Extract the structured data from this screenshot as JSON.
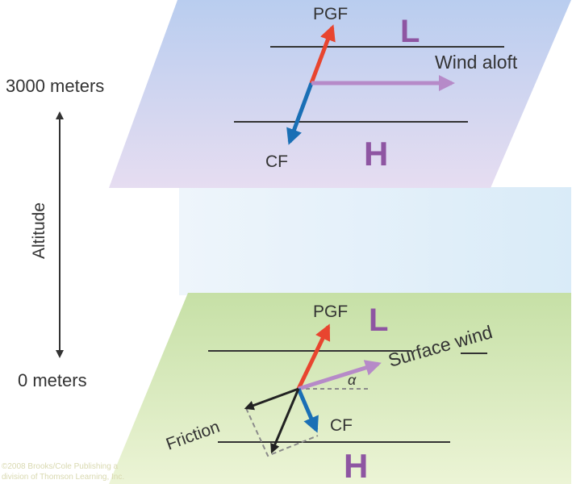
{
  "labels": {
    "top_pgf": "PGF",
    "top_low": "L",
    "wind_aloft": "Wind aloft",
    "top_cf": "CF",
    "top_high": "H",
    "alt_3000": "3000 meters",
    "alt_0": "0 meters",
    "altitude": "Altitude",
    "bot_pgf": "PGF",
    "bot_low": "L",
    "surface_wind": "Surface wind",
    "alpha": "α",
    "friction": "Friction",
    "bot_cf": "CF",
    "bot_high": "H",
    "credit_1": "©2008 Brooks/Cole Publishing a",
    "credit_2": "division of Thomson Learning, Inc."
  },
  "colors": {
    "pgf": "#e8452f",
    "cf": "#1a6fb5",
    "wind": "#b68ac8",
    "pressure_letter": "#8e55a2",
    "friction": "#222222",
    "isobar": "#333333"
  }
}
